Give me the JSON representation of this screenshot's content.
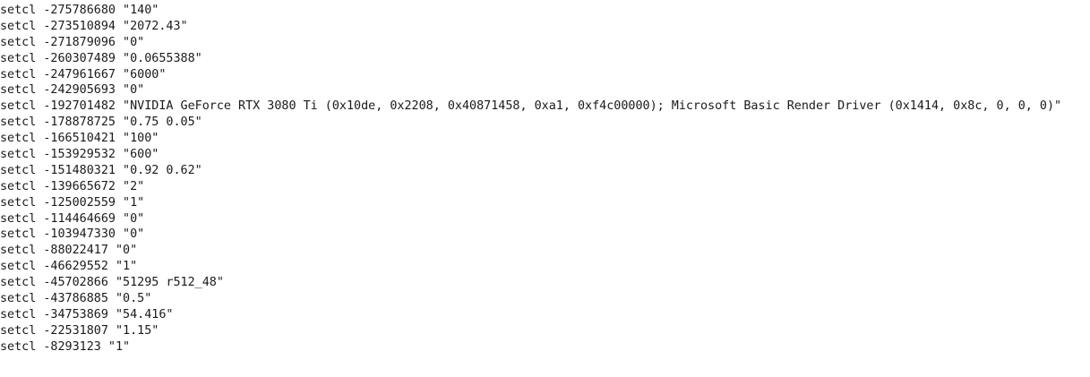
{
  "lines": [
    "setcl -275786680 \"140\"",
    "setcl -273510894 \"2072.43\"",
    "setcl -271879096 \"0\"",
    "setcl -260307489 \"0.0655388\"",
    "setcl -247961667 \"6000\"",
    "setcl -242905693 \"0\"",
    "setcl -192701482 \"NVIDIA GeForce RTX 3080 Ti (0x10de, 0x2208, 0x40871458, 0xa1, 0xf4c00000); Microsoft Basic Render Driver (0x1414, 0x8c, 0, 0, 0)\"",
    "setcl -178878725 \"0.75 0.05\"",
    "setcl -166510421 \"100\"",
    "setcl -153929532 \"600\"",
    "setcl -151480321 \"0.92 0.62\"",
    "setcl -139665672 \"2\"",
    "setcl -125002559 \"1\"",
    "setcl -114464669 \"0\"",
    "setcl -103947330 \"0\"",
    "setcl -88022417 \"0\"",
    "setcl -46629552 \"1\"",
    "setcl -45702866 \"51295 r512_48\"",
    "setcl -43786885 \"0.5\"",
    "setcl -34753869 \"54.416\"",
    "setcl -22531807 \"1.15\"",
    "setcl -8293123 \"1\""
  ]
}
